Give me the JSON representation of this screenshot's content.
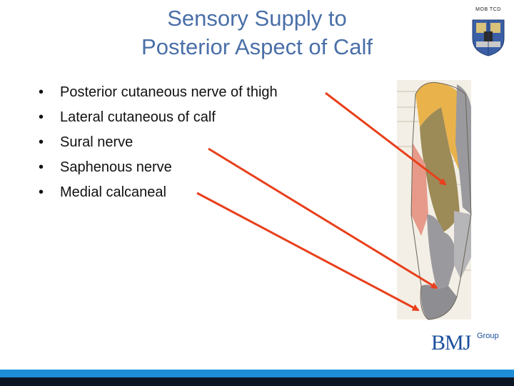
{
  "slide": {
    "title_line1": "Sensory Supply to",
    "title_line2": "Posterior Aspect of Calf",
    "bullets": [
      "Posterior cutaneous nerve of thigh",
      "Lateral cutaneous of calf",
      "Sural nerve",
      "Saphenous nerve",
      "Medial calcaneal"
    ],
    "bullet_glyph": "•"
  },
  "logo": {
    "text": "MOB TCD"
  },
  "publisher": {
    "name": "BMJ",
    "suffix": "Group"
  },
  "colors": {
    "title": "#4a6fa8",
    "arrow": "#e8401c",
    "region_orange": "#e9b24a",
    "region_olive": "#9c8a57",
    "region_grey": "#9a9a9e",
    "region_pink": "#e79a8a",
    "bar_blue": "#1e8fd6",
    "bar_dark": "#0b1524"
  }
}
